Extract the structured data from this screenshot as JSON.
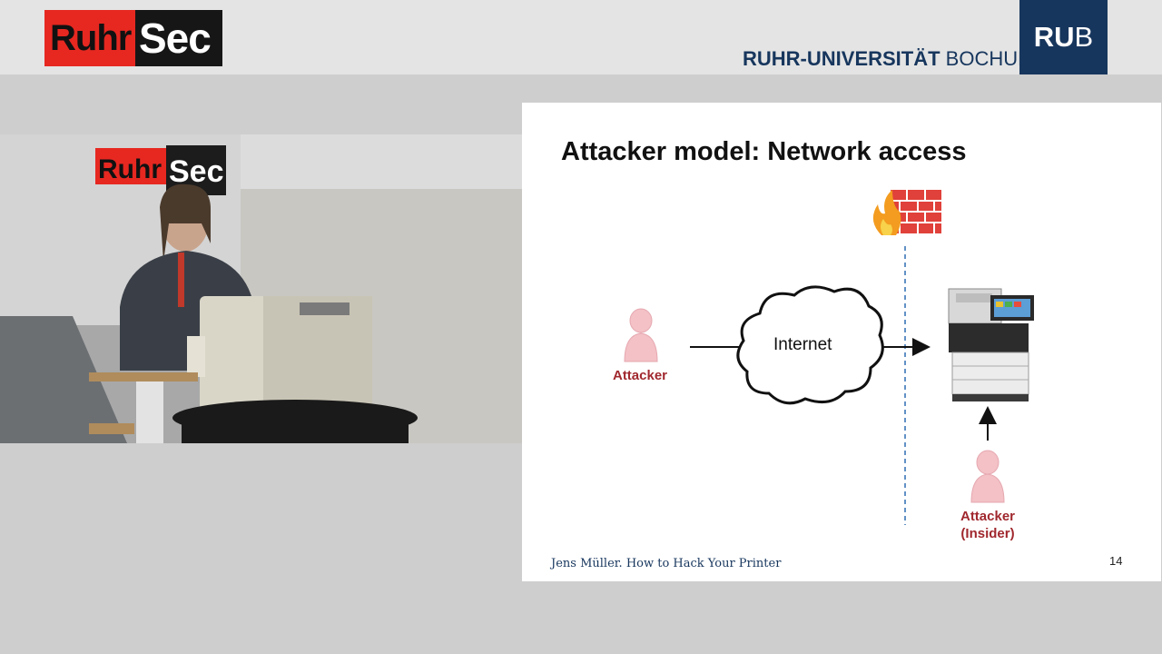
{
  "header": {
    "logo_part1": "Ruhr",
    "logo_part2": "Sec",
    "university_bold": "RUHR-UNIVERSITÄT",
    "university_light": " BOCHUM",
    "rub_bold": "RU",
    "rub_light": "B"
  },
  "video": {
    "backdrop_logo_part1": "Ruhr",
    "backdrop_logo_part2": "Sec"
  },
  "slide": {
    "title": "Attacker model: Network access",
    "diagram": {
      "attacker_label": "Attacker",
      "internet_label": "Internet",
      "insider_label_line1": "Attacker",
      "insider_label_line2": "(Insider)",
      "attacker_color": "#a0282e",
      "firewall_color": "#e0413a"
    },
    "footer": "Jens Müller. How to Hack Your Printer",
    "page_number": "14"
  },
  "colors": {
    "brand_red": "#e62821",
    "brand_navy": "#17365d"
  }
}
